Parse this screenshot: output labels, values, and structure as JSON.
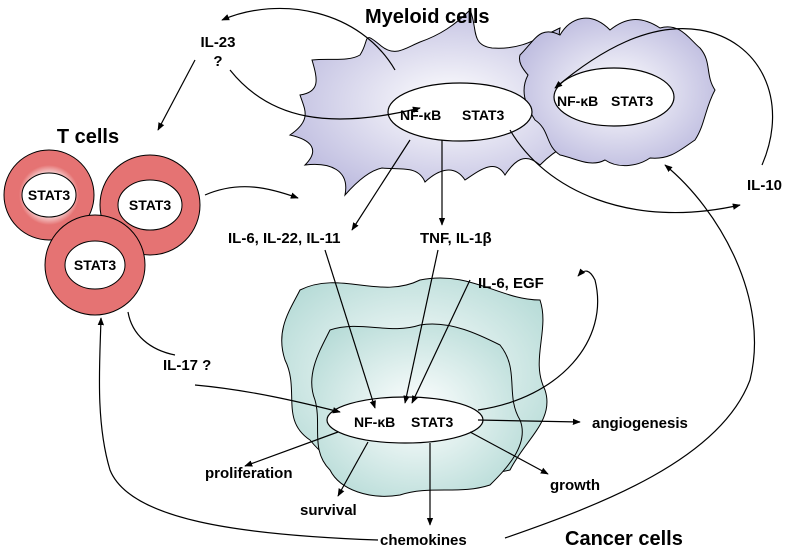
{
  "colors": {
    "myeloid": "#b9b7dd",
    "cancer": "#b8dcd8",
    "tcell": "#e57373",
    "stroke": "#000000"
  },
  "titles": {
    "myeloid": "Myeloid cells",
    "tcells": "T cells",
    "cancer": "Cancer cells"
  },
  "nuclei": {
    "myeloid_main": {
      "nfkb": "NF-κB",
      "stat3": "STAT3"
    },
    "myeloid_second": {
      "nfkb": "NF-κB",
      "stat3": "STAT3"
    },
    "cancer": {
      "nfkb": "NF-κB",
      "stat3": "STAT3"
    }
  },
  "tcells": [
    "STAT3",
    "STAT3",
    "STAT3"
  ],
  "mediators": {
    "il23": "IL-23",
    "il23_q": "?",
    "il6_22_11": "IL-6, IL-22, IL-11",
    "tnf_il1b": "TNF, IL-1β",
    "il6_egf": "IL-6, EGF",
    "il17": "IL-17 ?",
    "il10": "IL-10"
  },
  "outputs": {
    "angiogenesis": "angiogenesis",
    "proliferation": "proliferation",
    "survival": "survival",
    "growth": "growth",
    "chemokines": "chemokines"
  }
}
